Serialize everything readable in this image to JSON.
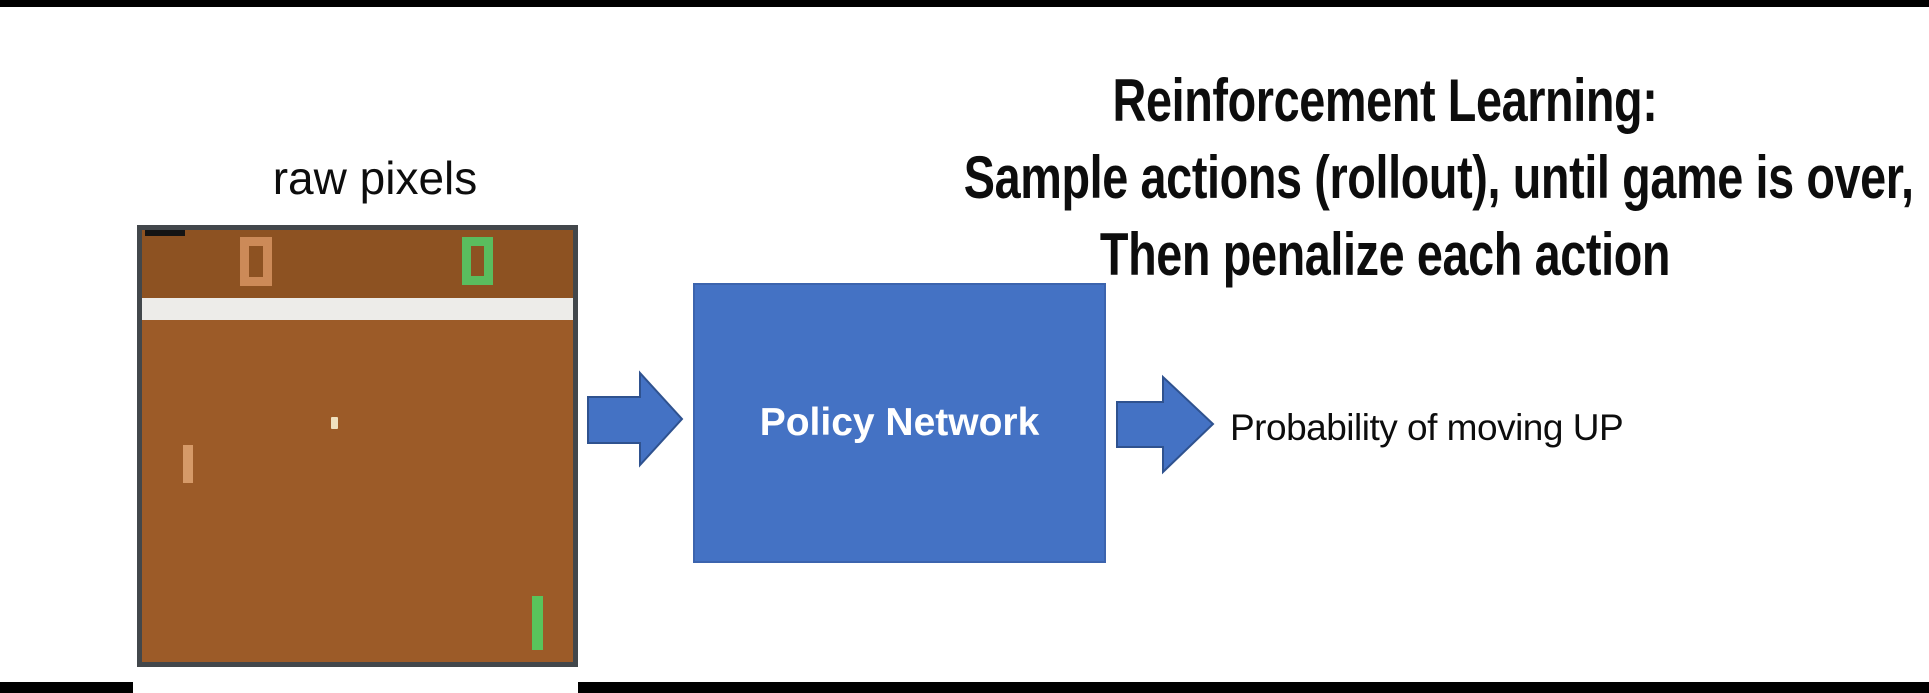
{
  "slide": {
    "title_lines": [
      "Reinforcement Learning:",
      "Sample actions (rollout), until game is over,",
      "Then penalize each action"
    ],
    "raw_pixels_label": "raw pixels",
    "policy_box_label": "Policy Network",
    "output_label": "Probability of moving UP"
  },
  "game": {
    "left_score": "0",
    "right_score": "0"
  },
  "colors": {
    "accent_blue": "#4472c4",
    "arrow_outline_blue": "#2f528f",
    "game_field_brown": "#9c5b28",
    "game_score_band_brown": "#8d5222",
    "game_frame_gray": "#42474b",
    "game_top_line_white": "#edece9",
    "score_orange": "#cc8a58",
    "paddle_orange": "#d69a68",
    "score_green": "#5abd5e",
    "paddle_green": "#59c45b",
    "ball_cream": "#efe1bf",
    "bar_black": "#000000"
  }
}
